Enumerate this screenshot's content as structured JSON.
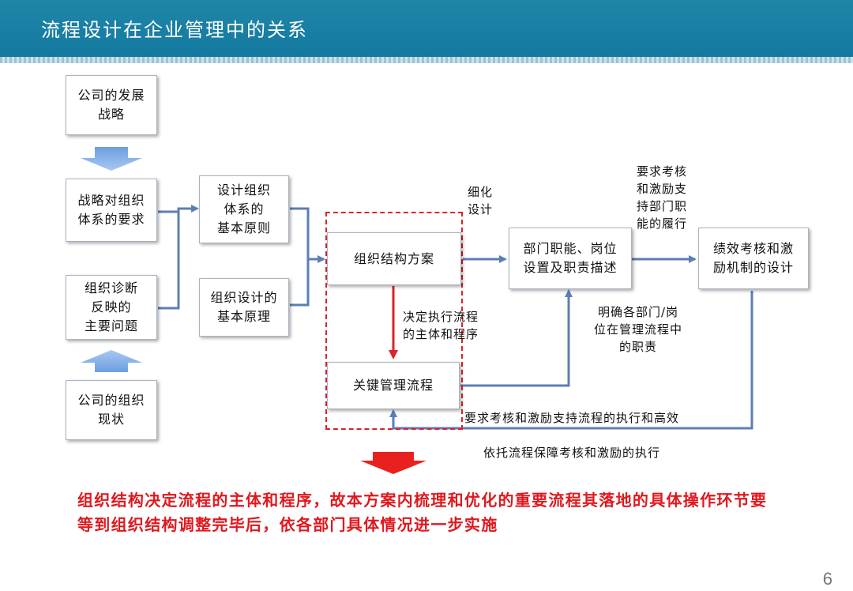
{
  "header": {
    "title": "流程设计在企业管理中的关系"
  },
  "boxes": {
    "company_strategy": "公司的发展\n战略",
    "strategy_requirement": "战略对组织\n体系的要求",
    "org_diagnosis": "组织诊断\n反映的\n主要问题",
    "company_status": "公司的组织\n现状",
    "design_principles": "设计组织\n体系的\n基本原则",
    "design_theory": "组织设计的\n基本原理",
    "org_structure_plan": "组织结构方案",
    "key_process": "关键管理流程",
    "dept_functions": "部门职能、岗位\n设置及职责描述",
    "performance_design": "绩效考核和激\n励机制的设计"
  },
  "notes": {
    "refine_design": "细化\n设计",
    "require_perf": "要求考核\n和激励支\n持部门职\n能的履行",
    "decide_process": "决定执行流程\n的主体和程序",
    "clarify_roles": "明确各部门/岗\n位在管理流程中\n的职责",
    "require_process": "要求考核和激励支持流程的执行和高效",
    "process_ensures": "依托流程保障考核和激励的执行"
  },
  "conclusion": "组织结构决定流程的主体和程序，故本方案内梳理和优化的重要流程其落地的具体操作环节要等到组织结构调整完毕后，依各部门具体情况进一步实施",
  "page_number": "6",
  "colors": {
    "header": "#1479a0",
    "arrow": "#5b7fb3",
    "accent_red": "#e0181e"
  }
}
